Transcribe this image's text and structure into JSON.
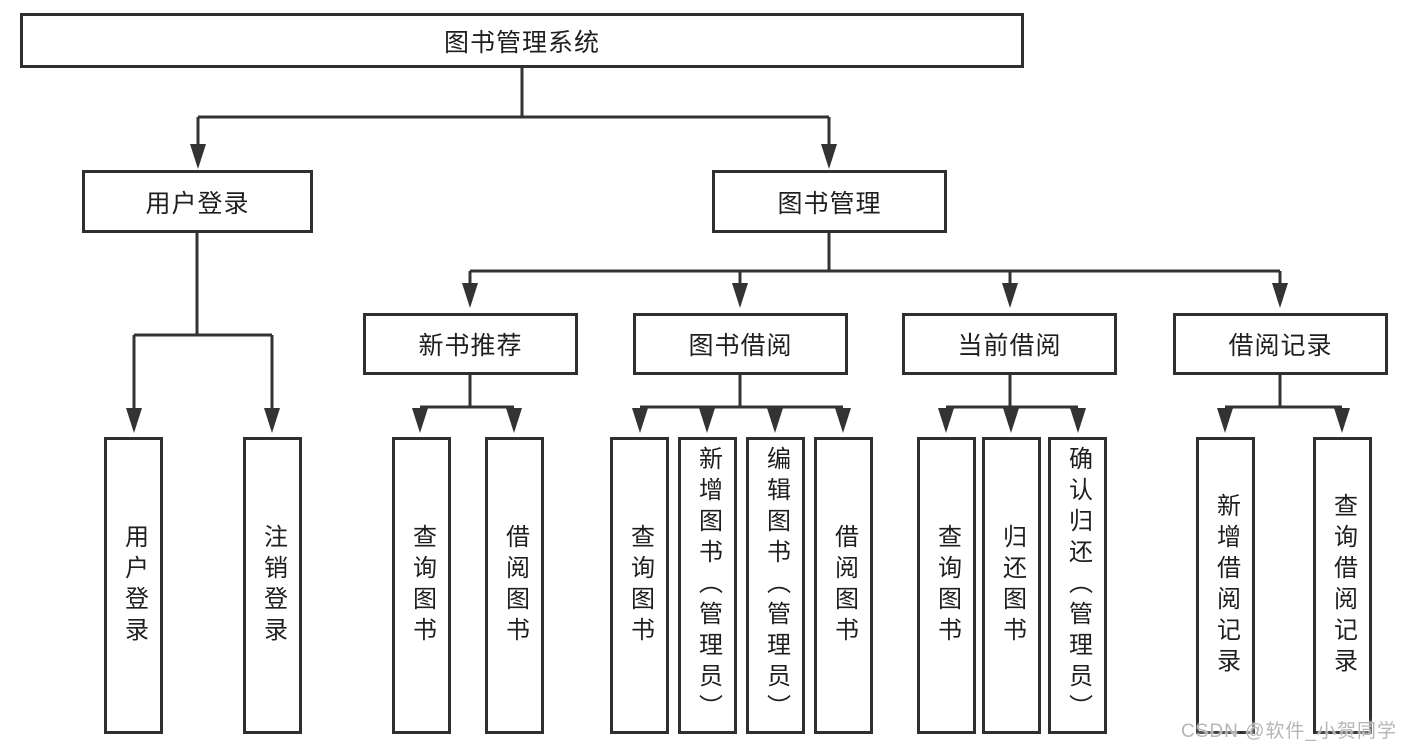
{
  "tree": {
    "root": {
      "label": "图书管理系统"
    },
    "level2": [
      {
        "label": "用户登录",
        "children": [
          "用户登录",
          "注销登录"
        ]
      },
      {
        "label": "图书管理"
      }
    ],
    "level3": [
      {
        "label": "新书推荐",
        "children": [
          "查询图书",
          "借阅图书"
        ]
      },
      {
        "label": "图书借阅",
        "children": [
          "查询图书",
          "新增图书（管理员）",
          "编辑图书（管理员）",
          "借阅图书"
        ]
      },
      {
        "label": "当前借阅",
        "children": [
          "查询图书",
          "归还图书",
          "确认归还（管理员）"
        ]
      },
      {
        "label": "借阅记录",
        "children": [
          "新增借阅记录",
          "查询借阅记录"
        ]
      }
    ]
  },
  "watermark": {
    "text": "CSDN @软件_小贺同学"
  },
  "colors": {
    "line": "#333333",
    "border": "#2f2f2f",
    "fill": "#ffffff",
    "text": "#1f1f1f",
    "background": "#ffffff",
    "watermark": "#b4b7b9"
  }
}
